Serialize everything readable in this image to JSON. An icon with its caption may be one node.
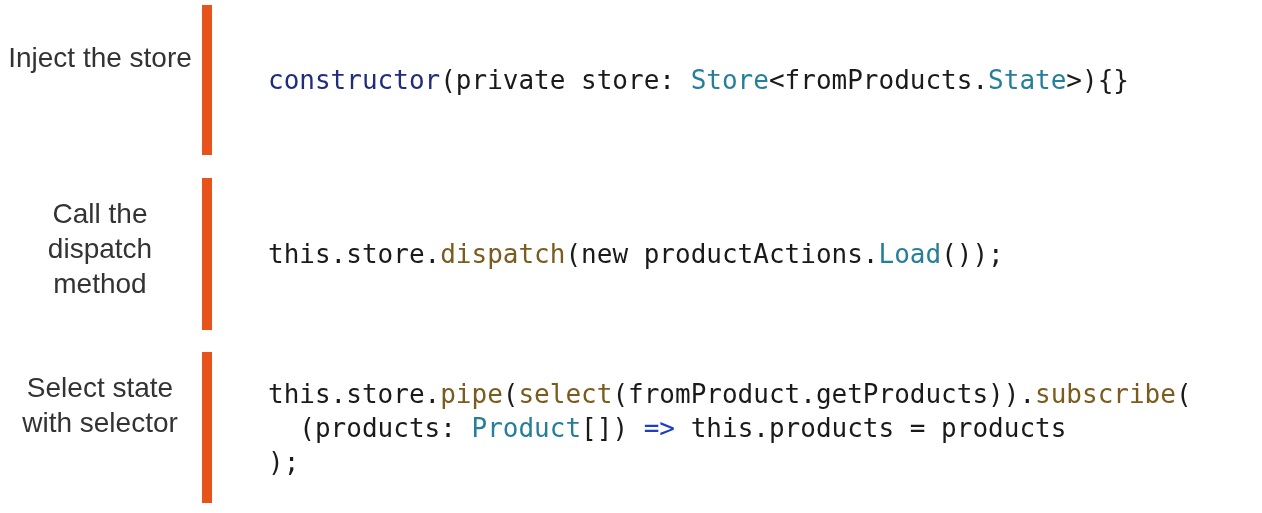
{
  "diagram": {
    "labels": [
      "Inject the store",
      "constructor(private store: Store<fromProducts.State>){}",
      "Call the dispatch method",
      "this.store.dispatch(new productActions.Load());",
      "Select state with selector",
      "this.store.pipe(select(fromProduct.getProducts)).subscribe(",
      "  (products: Product[]) => this.products = products",
      ");"
    ]
  }
}
